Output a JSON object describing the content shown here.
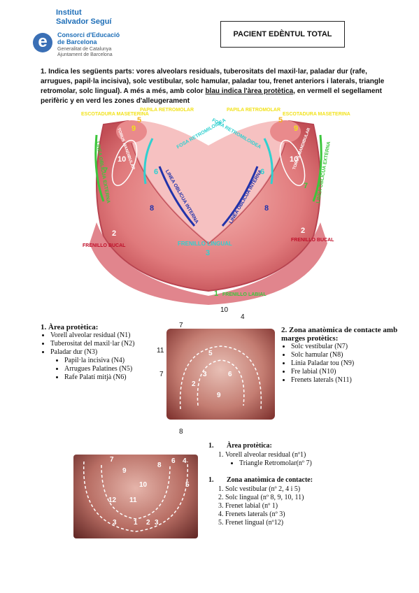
{
  "header": {
    "institute_line1": "Institut",
    "institute_line2": "Salvador Seguí",
    "logo_letter": "e",
    "consorci_line1": "Consorci d'Educació",
    "consorci_line2": "de Barcelona",
    "consorci_line3": "Generalitat de Catalunya",
    "consorci_line4": "Ajuntament de Barcelona",
    "title": "PACIENT EDÈNTUL TOTAL"
  },
  "instructions": {
    "part1": "1. Indica les següents parts: vores alveolars residuals, tuberositats del maxil·lar, paladar dur (rafe, arrugues, papil·la incisiva), solc vestibular, solc hamular, paladar tou, frenet anteriors i laterals, triangle   retromolar, solc lingual). A més a més, amb color ",
    "underline": "blau indica l'àrea protètica",
    "part2": ", en vermell el segellament perifèric  y en verd les zones d'alleugerament"
  },
  "diagram": {
    "labels": {
      "escotadura_left": "ESCOTADURA MASETERINA",
      "escotadura_right": "ESCOTADURA MASETERINA",
      "papila_left": "PAPILA RETROMOLAR",
      "papila_right": "PAPILA RETROMOLAR",
      "fosa_left": "FOSA RETROMILOIDEA",
      "fosa_right": "FOSA RETROMILOIDEA",
      "linea_ext_left": "LINEA OBLICUA EXTERNA",
      "linea_ext_right": "LINEA OBLICUA EXTERNA",
      "linea_int_left": "LINEA OBLICUA INTERNA",
      "linea_int_right": "LINEA OBLICUA INTERNA",
      "torus_left": "TORUS MANDIBULAR",
      "torus_right": "TORUS MANDIBULAR",
      "frenillo_bucal_left": "FRENILLO BUCAL",
      "frenillo_bucal_right": "FRENILLO BUCAL",
      "frenillo_lingual": "FRENILLO LINGUAL",
      "frenillo_labial": "FRENILLO LABIAL"
    },
    "numbers": {
      "n9a": "9",
      "n5a": "5",
      "n5b": "5",
      "n9b": "9",
      "n10a": "10",
      "n10b": "10",
      "n7a": "7",
      "n7b": "7",
      "n6a": "6",
      "n6b": "6",
      "n8a": "8",
      "n8b": "8",
      "n2a": "2",
      "n2b": "2",
      "n3": "3",
      "n1": "1"
    }
  },
  "section_upper": {
    "title": "1. Àrea protètica:",
    "items": [
      "Vorell alveolar residual (N1)",
      "Tuberositat del maxil·lar (N2)",
      "Paladar dur (N3)"
    ],
    "subitems": [
      "Papil·la incisiva (N4)",
      "Arrugues Palatines (N5)",
      "Rafe Palatí mitjà (N6)"
    ],
    "title2": "2. Zona anatòmica de contacte amb marges protètics:",
    "items2": [
      "Solc vestibular (N7)",
      "Solc hamular (N8)",
      "Línia Paladar tou (N9)",
      "Fre labial (N10)",
      "Frenets laterals (N11)"
    ],
    "photo_labels": {
      "p10": "10",
      "p7a": "7",
      "p4": "4",
      "p11": "11",
      "p5": "5",
      "p7b": "7",
      "p3": "3",
      "p6": "6",
      "p9": "9",
      "p8": "8",
      "p2": "2"
    }
  },
  "section_lower": {
    "title1": "Àrea protètica:",
    "item1": "Vorell alveolar residual (nº1)",
    "sub1": "Triangle Retromolar(nº 7)",
    "title2": "Zona anatòmica de contacte:",
    "items2": [
      "Solc vestibular (nº 2, 4 i 5)",
      "Solc lingual (nº 8, 9, 10, 11)",
      "Frenet labial (nº 1)",
      "Frenets laterals (nº 3)",
      "Frenet lingual (nº12)"
    ],
    "photo_labels": {
      "p7": "7",
      "p9": "9",
      "p8": "8",
      "p6": "6",
      "p4": "4",
      "p10": "10",
      "p5": "5",
      "p12": "12",
      "p11": "11",
      "p3a": "3",
      "p1": "1",
      "p2": "2",
      "p3b": "3"
    }
  }
}
